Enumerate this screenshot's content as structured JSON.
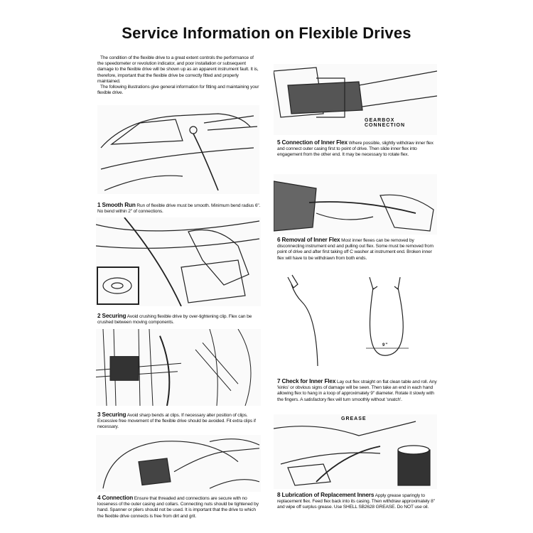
{
  "title": "Service Information on Flexible Drives",
  "intro": [
    "The condition of the flexible drive to a great extent controls the performance of the speedometer or revolution indicator, and poor installation or subsequent damage to the flexible drive will be shown up as an apparent instrument fault. It is, therefore, important that the flexible drive be correctly fitted and properly maintained.",
    "The following illustrations give general information for fitting and maintaining your flexible drive."
  ],
  "sections": [
    {
      "heading": "1 Smooth Run",
      "body": "Run of flexible drive must be smooth. Minimum bend radius 6\". No bend within 2\" of connections."
    },
    {
      "heading": "2 Securing",
      "body": "Avoid crushing flexible drive by over-tightening clip. Flex can be crushed between moving components."
    },
    {
      "heading": "3 Securing",
      "body": "Avoid sharp bends at clips. If necessary alter position of clips. Excessive free movement of the flexible drive should be avoided. Fit extra clips if necessary."
    },
    {
      "heading": "4 Connection",
      "body": "Ensure that threaded and connections are secure with no looseness of the outer casing and collars. Connecting nuts should be tightened by hand. Spanner or pliers should not be used. It is important that the drive to which the flexible drive connects is free from dirt and grit."
    },
    {
      "heading": "5 Connection of Inner Flex",
      "body": "Where possible, slightly withdraw inner flex and connect outer casing first to point of drive. Then slide inner flex into engagement from the other end. It may be necessary to rotate flex."
    },
    {
      "heading": "6 Removal of Inner Flex",
      "body": "Most inner flexes can be removed by disconnecting instrument end and pulling out flex. Some must be removed from point of drive and after first taking off C washer at instrument end. Broken inner flex will have to be withdrawn from both ends."
    },
    {
      "heading": "7 Check for Inner Flex",
      "body": "Lay out flex straight on flat clean table and roll. Any 'kinks' or obvious signs of damage will be seen. Then take an end in each hand allowing flex to hang in a loop of approximately 9\" diameter. Rotate it slowly with the fingers. A satisfactory flex will turn smoothly without 'snatch'."
    },
    {
      "heading": "8 Lubrication of Replacement Inners",
      "body": "Apply grease sparingly to replacement flex. Feed flex back into its casing. Then withdraw approximately 8\" and wipe off surplus grease. Use SHELL SB2628 GREASE. Do NOT use oil."
    }
  ],
  "illustration_labels": {
    "gearbox": "GEARBOX  CONNECTION",
    "loop_diameter": "9\"",
    "grease": "GREASE"
  }
}
